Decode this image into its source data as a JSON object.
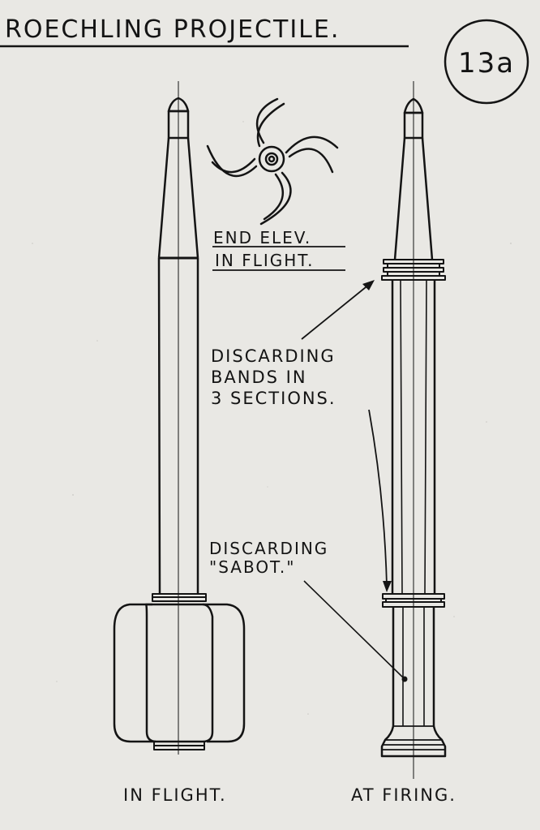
{
  "title": "ROECHLING PROJECTILE.",
  "plate_number": "13a",
  "labels": {
    "end_elev_line1": "END ELEV.",
    "end_elev_line2": "IN FLIGHT.",
    "bands_line1": "DISCARDING",
    "bands_line2": "BANDS IN",
    "bands_line3": "3 SECTIONS.",
    "sabot_line1": "DISCARDING",
    "sabot_line2": "\"SABOT.\"",
    "caption_left": "IN FLIGHT.",
    "caption_right": "AT FIRING."
  },
  "colors": {
    "paper": "#e9e8e4",
    "ink": "#141414"
  }
}
